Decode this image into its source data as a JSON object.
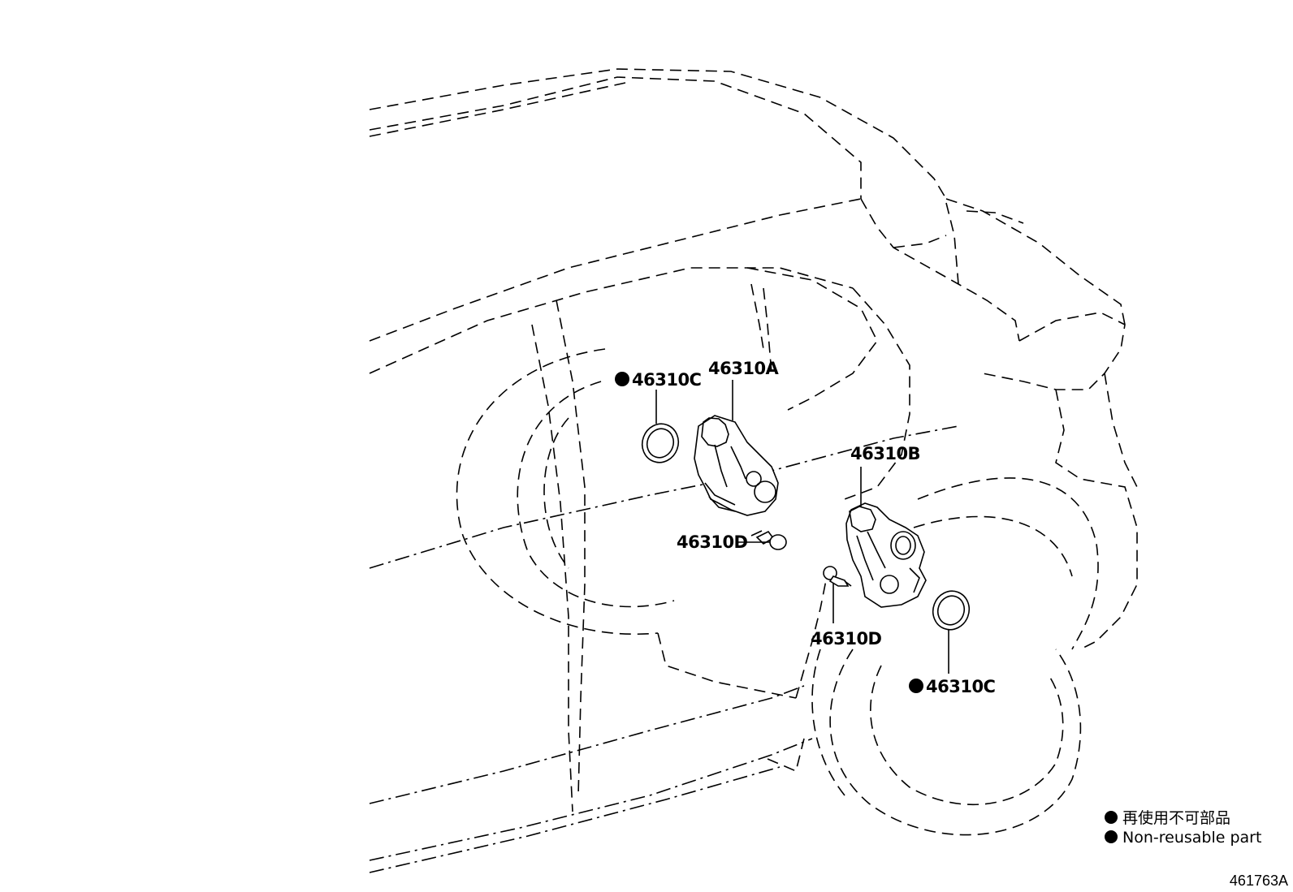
{
  "callouts": [
    {
      "id": "c1",
      "text": "46310C",
      "non_reusable": true
    },
    {
      "id": "c2",
      "text": "46310A",
      "non_reusable": false
    },
    {
      "id": "c3",
      "text": "46310B",
      "non_reusable": false
    },
    {
      "id": "c4",
      "text": "46310D",
      "non_reusable": false
    },
    {
      "id": "c5",
      "text": "46310D",
      "non_reusable": false
    },
    {
      "id": "c6",
      "text": "46310C",
      "non_reusable": true
    }
  ],
  "legend": {
    "line1": "再使用不可部品",
    "line2": "Non-reusable part"
  },
  "figure_id": "461763A"
}
